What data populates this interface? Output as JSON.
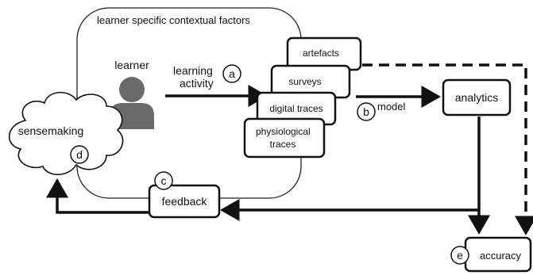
{
  "diagram": {
    "context_label": "learner specific contextual factors",
    "learner_label": "learner",
    "learning_activity": [
      "learning",
      "activity"
    ],
    "data_sources": {
      "artefacts": "artefacts",
      "surveys": "surveys",
      "digital_traces": "digital traces",
      "physiological_traces": [
        "physiological",
        "traces"
      ]
    },
    "model_label": "model",
    "analytics_label": "analytics",
    "sensemaking_label": "sensemaking",
    "feedback_label": "feedback",
    "accuracy_label": "accuracy",
    "markers": {
      "a": "a",
      "b": "b",
      "c": "c",
      "d": "d",
      "e": "e"
    }
  }
}
